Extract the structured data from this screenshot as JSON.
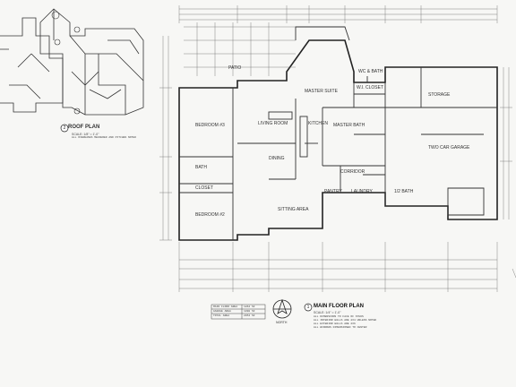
{
  "roof_plan": {
    "title": "ROOF PLAN",
    "number": "2",
    "scale": "SCALE: 1/8\" = 1'-0\"",
    "note": "ALL OVERHANGS MEASURED AND PITCHES NOTED"
  },
  "main_plan": {
    "title": "MAIN FLOOR PLAN",
    "number": "1",
    "scale": "SCALE: 1/4\" = 1'-0\"",
    "notes": [
      "ALL DIMENSIONS TO FACE OF STUDS",
      "ALL INTERIOR WALLS ARE 2X4 UNLESS NOTED",
      "ALL EXTERIOR WALLS ARE 2X6",
      "ALL WINDOWS DIMENSIONED TO CENTER"
    ],
    "area_table": [
      {
        "label": "MAIN FLOOR AREA",
        "value": "1864 SF"
      },
      {
        "label": "GARAGE AREA",
        "value": "1090 SF"
      },
      {
        "label": "TOTAL AREA",
        "value": "2954 SF"
      }
    ]
  },
  "rooms": {
    "patio": "PATIO",
    "master_suite": "MASTER SUITE",
    "master_bath": "MASTER BATH",
    "wic": "W.I. CLOSET",
    "wc": "WC & BATH",
    "storage": "STORAGE",
    "garage": "TWO CAR GARAGE",
    "bedroom3": "BEDROOM #3",
    "bedroom2": "BEDROOM #2",
    "living": "LIVING ROOM",
    "kitchen": "KITCHEN",
    "dining": "DINING",
    "corridor": "CORRIDOR",
    "laundry": "LAUNDRY",
    "pantry": "PANTRY",
    "half_bath": "1/2 BATH",
    "sitting": "SITTING AREA",
    "bath": "BATH",
    "closet": "CLOSET"
  },
  "legend_north": "NORTH"
}
